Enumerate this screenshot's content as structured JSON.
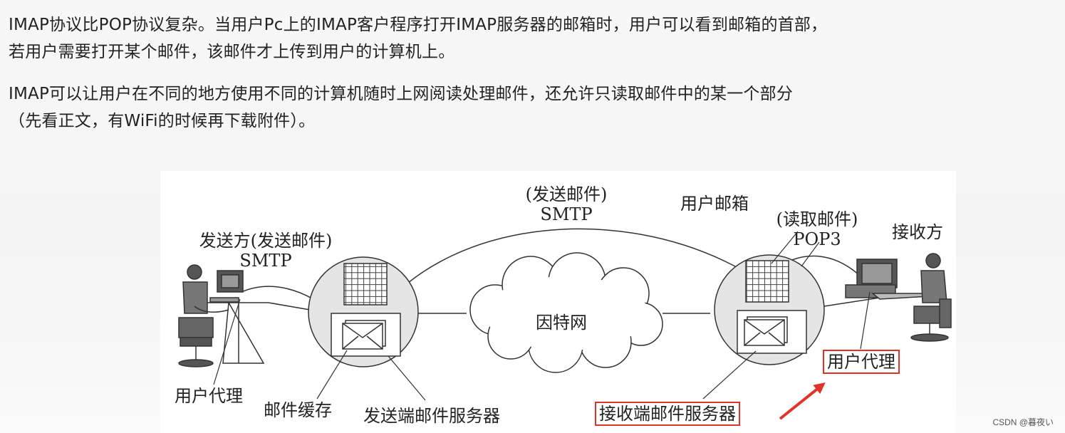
{
  "paragraphs": {
    "p1": {
      "line1": "IMAP协议比POP协议复杂。当用户Pc上的IMAP客户程序打开IMAP服务器的邮箱时，用户可以看到邮箱的首部，",
      "line2": "若用户需要打开某个邮件，该邮件才上传到用户的计算机上。"
    },
    "p2": {
      "line1": "IMAP可以让用户在不同的地方使用不同的计算机随时上网阅读处理邮件，还允许只读取邮件中的某一个部分",
      "line2": "（先看正文，有WiFi的时候再下载附件）。"
    }
  },
  "diagram": {
    "sender_line1": "发送方(发送邮件)",
    "sender_line2": "SMTP",
    "top_line1": "(发送邮件)",
    "top_line2": "SMTP",
    "user_mailbox": "用户邮箱",
    "read_line1": "(读取邮件)",
    "read_line2": "POP3",
    "receiver": "接收方",
    "internet": "因特网",
    "user_agent_left": "用户代理",
    "mail_cache": "邮件缓存",
    "sender_server": "发送端邮件服务器",
    "receiver_server": "接收端邮件服务器",
    "user_agent_right": "用户代理",
    "highlight_color": "#e0332a"
  },
  "watermark": "CSDN @暮夜い"
}
